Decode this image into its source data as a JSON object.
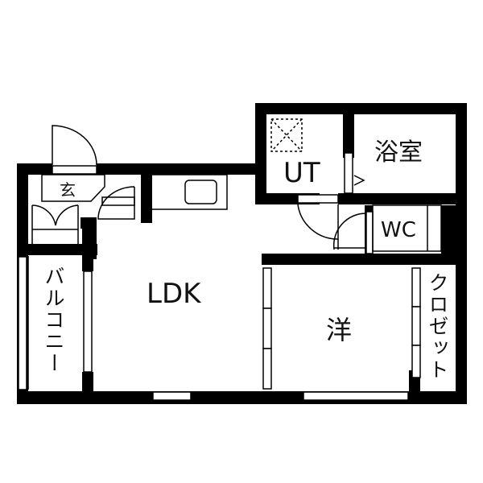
{
  "floorplan": {
    "rooms": {
      "entrance": {
        "label": "玄"
      },
      "ldk": {
        "label": "LDK"
      },
      "ut": {
        "label": "UT"
      },
      "bath": {
        "label": "浴室"
      },
      "wc": {
        "label": "WC"
      },
      "western": {
        "label": "洋"
      },
      "closet": {
        "label": "クロゼット"
      },
      "balcony": {
        "label": "バルコニー"
      }
    },
    "colors": {
      "wall": "#000000",
      "background": "#ffffff"
    }
  }
}
